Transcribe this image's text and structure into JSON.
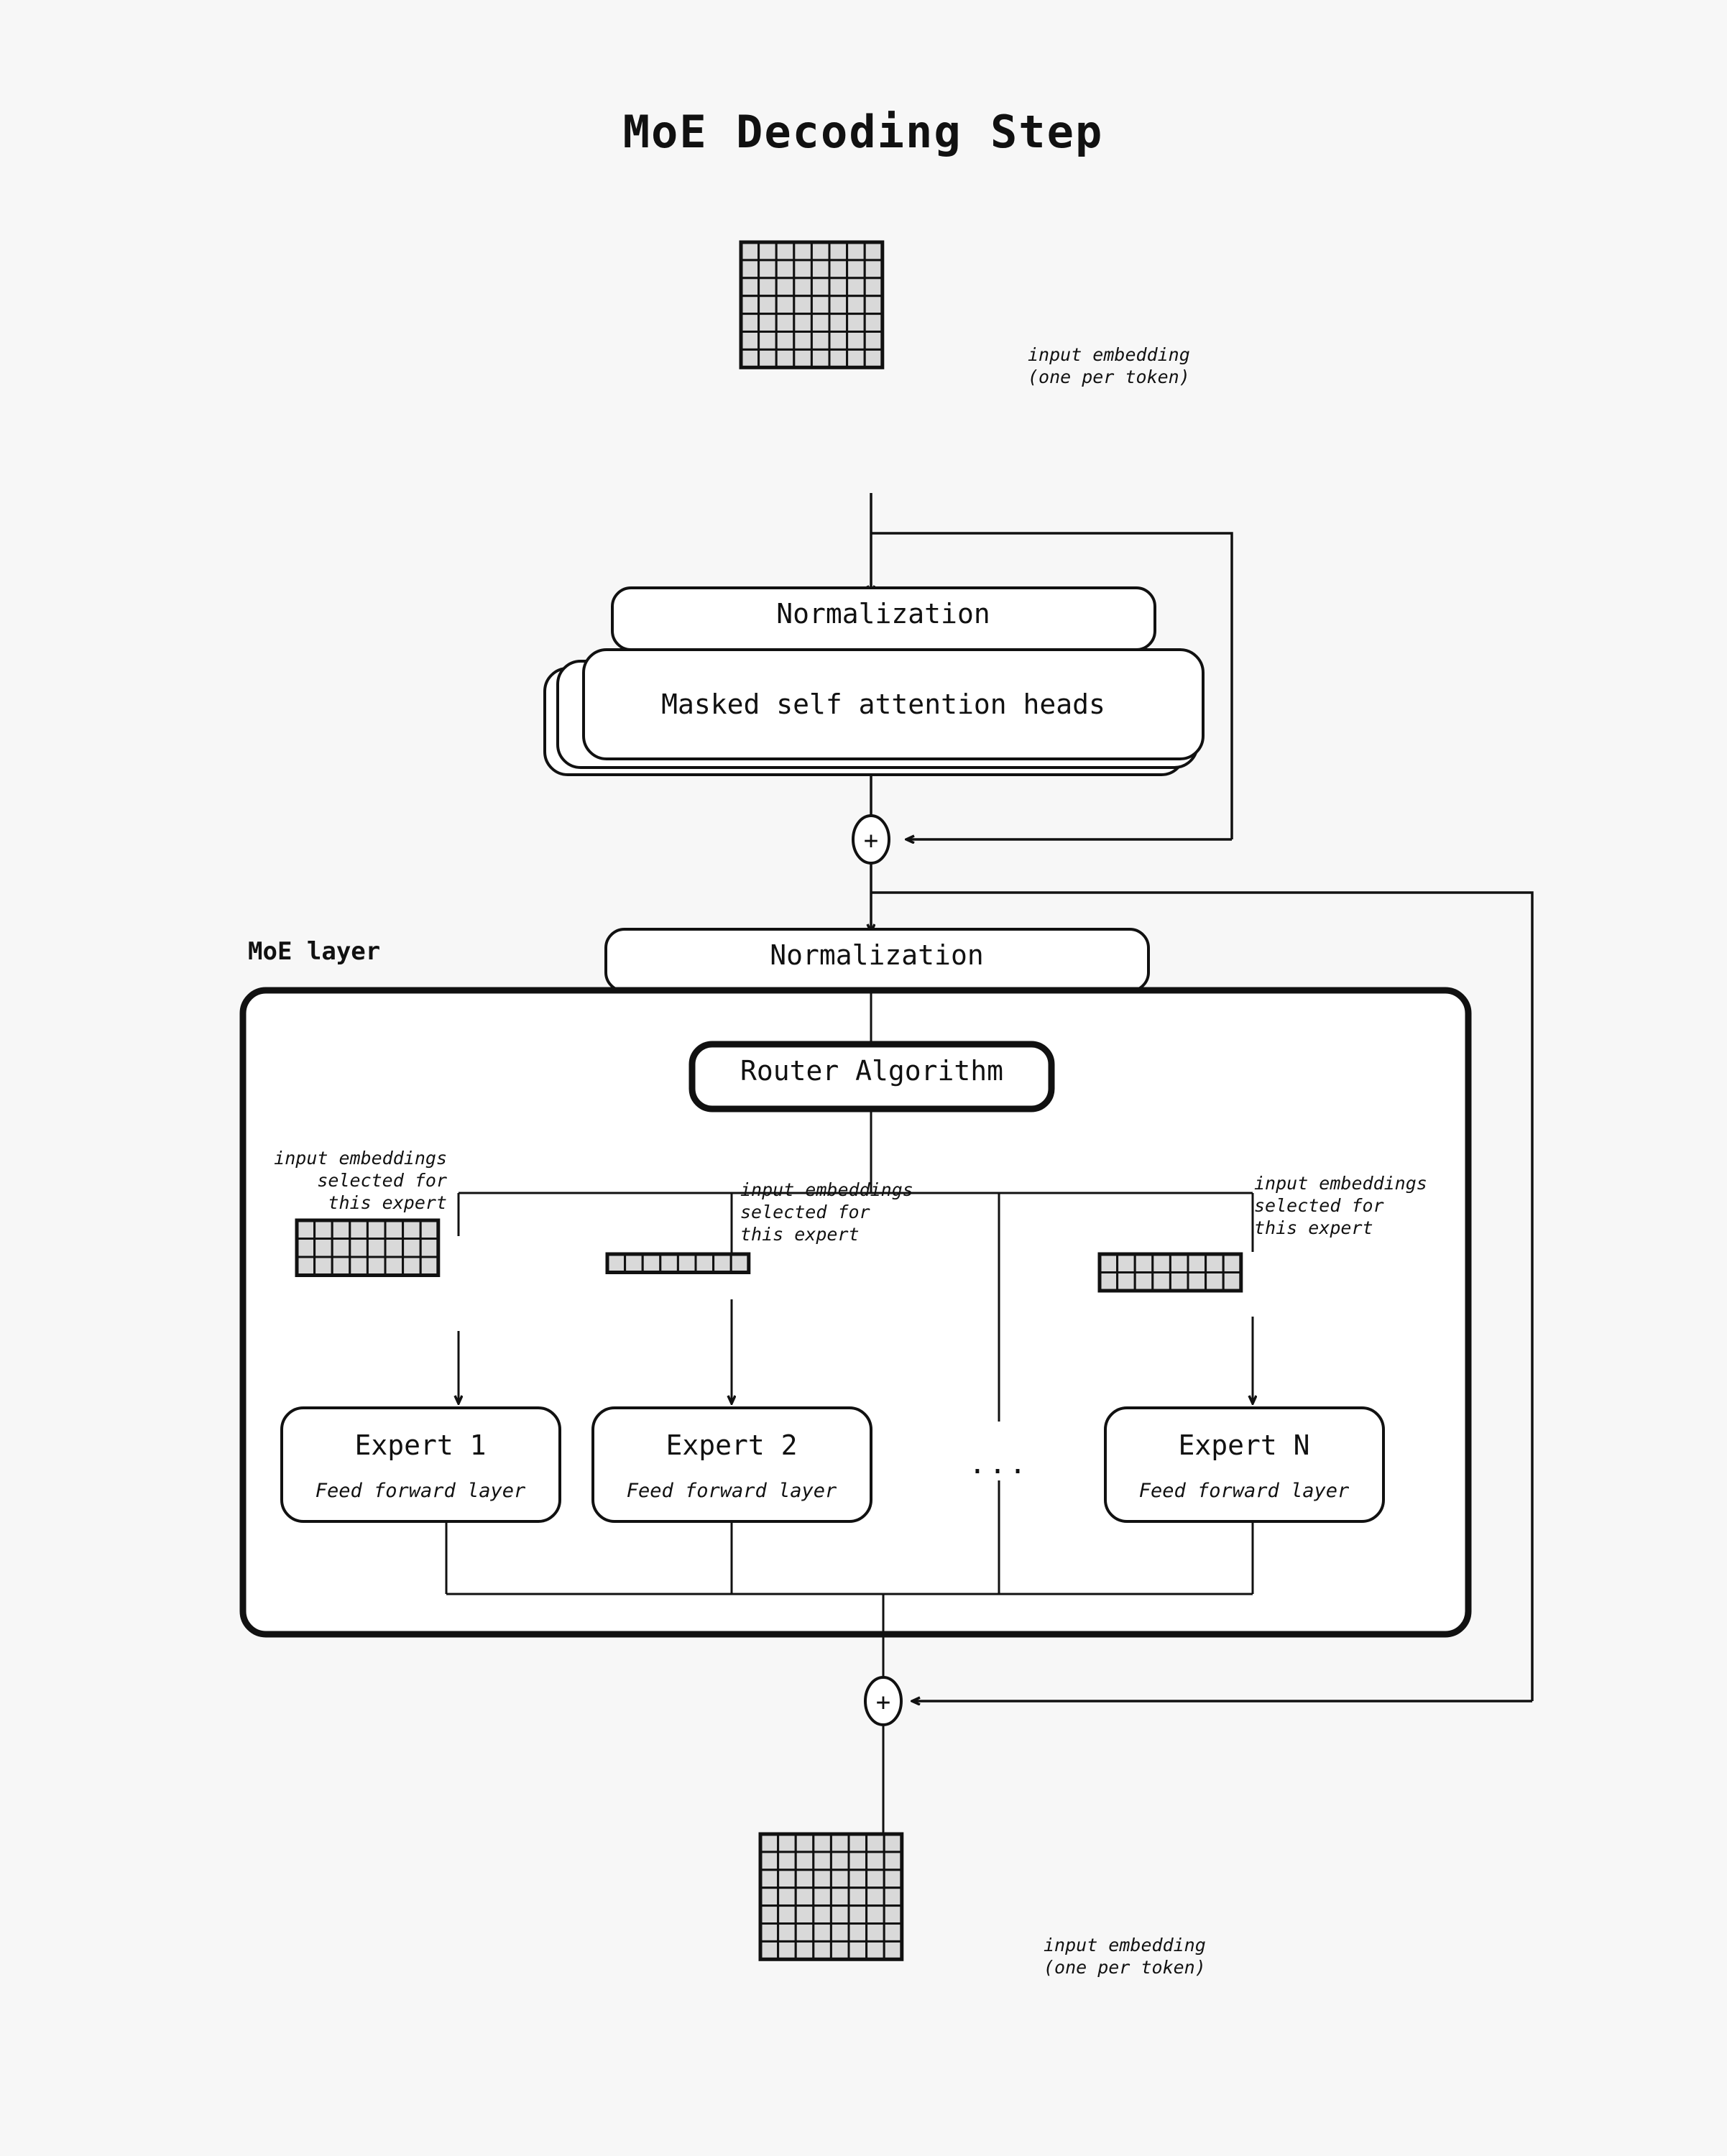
{
  "title": "MoE Decoding Step",
  "colors": {
    "background": "#f7f7f7",
    "cell_fill": "#d9d9d9",
    "stroke": "#111111",
    "box_fill": "#ffffff"
  },
  "top_embedding": {
    "label_line1": "input embedding",
    "label_line2": "(one per token)",
    "cols": 8,
    "rows": 7
  },
  "attention_block": {
    "normalization_label": "Normalization",
    "attention_label": "Masked self attention heads",
    "stack_count": 3
  },
  "residual_add_1": {
    "symbol": "+"
  },
  "moe": {
    "layer_label": "MoE layer",
    "normalization_label": "Normalization",
    "router_label": "Router Algorithm",
    "ellipsis": "...",
    "experts": [
      {
        "name": "Expert 1",
        "subtitle": "Feed forward layer",
        "annotation": [
          "input embeddings",
          "selected for",
          "this expert"
        ],
        "annotation_align": "right",
        "grid_cols": 8,
        "grid_rows": 3
      },
      {
        "name": "Expert 2",
        "subtitle": "Feed forward layer",
        "annotation": [
          "input embeddings",
          "selected for",
          "this expert"
        ],
        "annotation_align": "left",
        "grid_cols": 8,
        "grid_rows": 1
      },
      {
        "name": "Expert N",
        "subtitle": "Feed forward layer",
        "annotation": [
          "input embeddings",
          "selected for",
          "this expert"
        ],
        "annotation_align": "left",
        "grid_cols": 8,
        "grid_rows": 2
      }
    ]
  },
  "residual_add_2": {
    "symbol": "+"
  },
  "bottom_embedding": {
    "label_line1": "input embedding",
    "label_line2": "(one per token)",
    "cols": 8,
    "rows": 7
  }
}
